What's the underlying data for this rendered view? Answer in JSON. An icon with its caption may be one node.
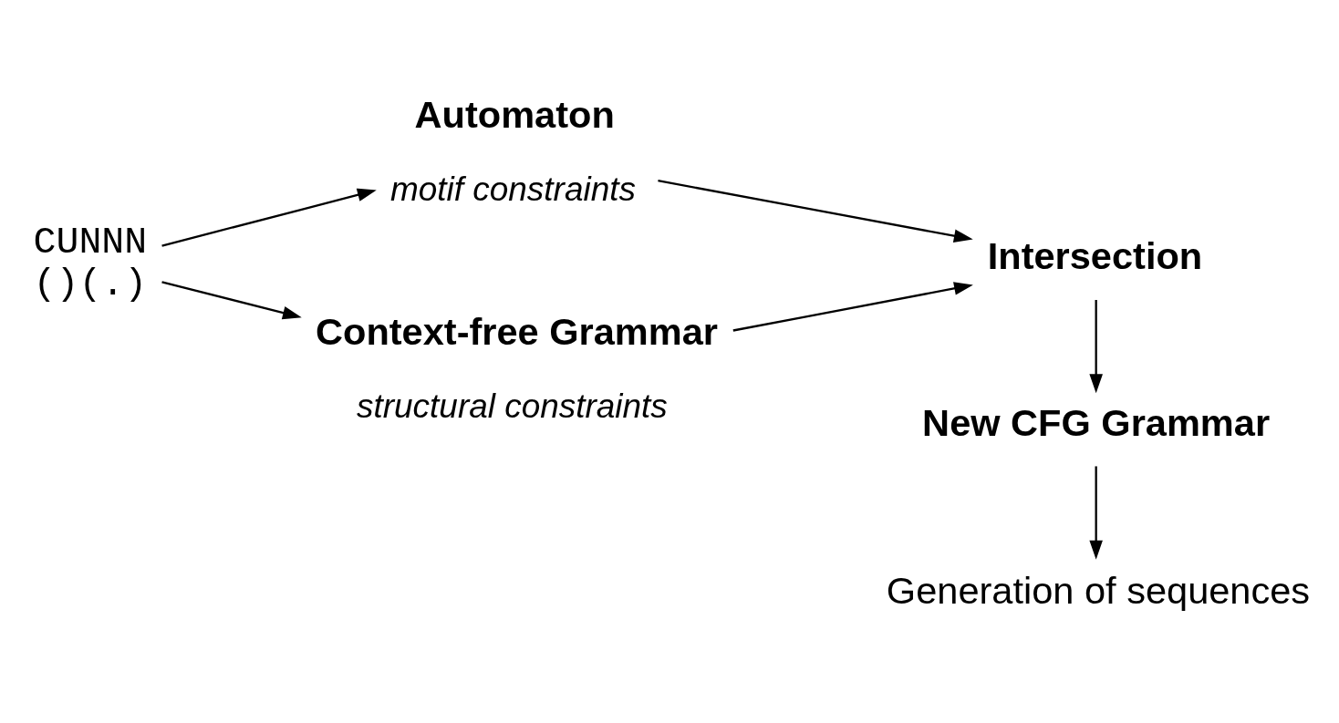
{
  "diagram": {
    "nodes": [
      {
        "text": [
          "CUNNN",
          "()(.)"
        ]
      },
      {
        "text": [
          "Automaton"
        ],
        "beside": [
          "motif constraints"
        ]
      },
      {
        "text": [
          "Context-free Grammar"
        ],
        "beside": [
          "structural constraints"
        ]
      },
      {
        "text": [
          "Intersection"
        ]
      },
      {
        "text": [
          "New CFG Grammar"
        ]
      },
      {
        "text": [
          "Generation of sequences"
        ]
      }
    ],
    "edges": [
      {
        "from": 0,
        "to": 1,
        "arrow": "to"
      },
      {
        "from": 0,
        "to": 2,
        "arrow": "to"
      },
      {
        "from": 1,
        "to": 3,
        "arrow": "to"
      },
      {
        "from": 2,
        "to": 3,
        "arrow": "to"
      },
      {
        "from": 3,
        "to": 4,
        "arrow": "to"
      },
      {
        "from": 4,
        "to": 5,
        "arrow": "to"
      }
    ]
  }
}
